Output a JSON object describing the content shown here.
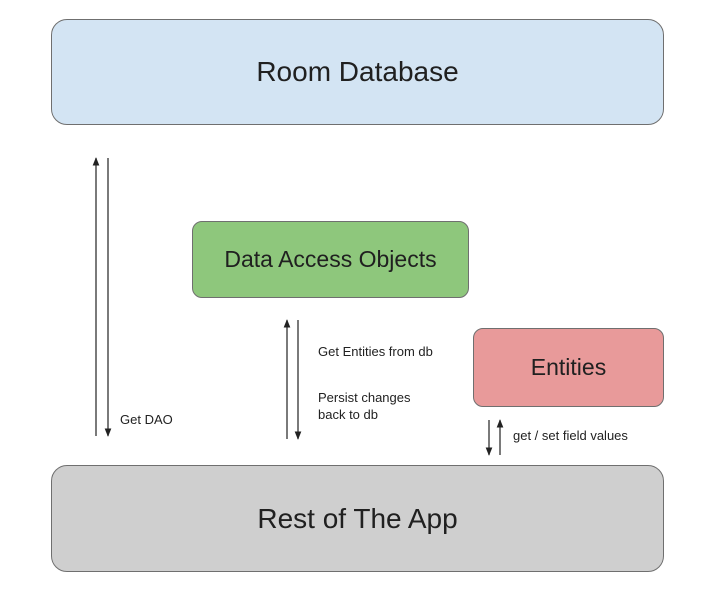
{
  "boxes": {
    "room_database": "Room Database",
    "data_access_objects": "Data Access Objects",
    "entities": "Entities",
    "rest_of_app": "Rest of The App"
  },
  "labels": {
    "get_dao": "Get DAO",
    "get_entities": "Get Entities from db",
    "persist_changes": "Persist changes\nback to db",
    "get_set_fields": "get / set field values"
  },
  "colors": {
    "room_database": "#d3e4f3",
    "data_access_objects": "#8ec77c",
    "entities": "#e89a9a",
    "rest_of_app": "#cfcfcf"
  }
}
